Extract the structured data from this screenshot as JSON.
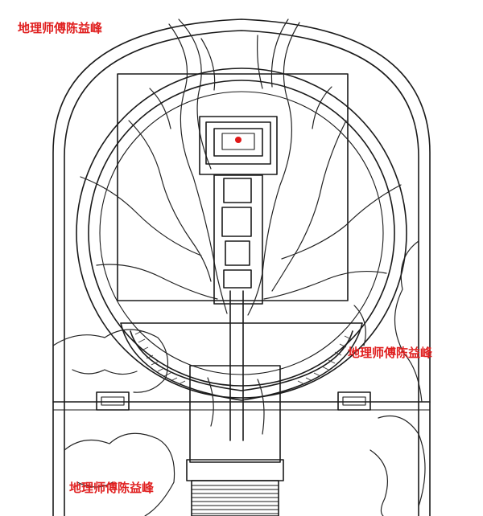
{
  "watermarks": [
    {
      "id": "top",
      "text": "地理师傅陈益峰"
    },
    {
      "id": "right",
      "text": "地理师傅陈益峰"
    },
    {
      "id": "bottom",
      "text": "地理师傅陈益峰"
    }
  ],
  "colors": {
    "ink": "#1a1a1a",
    "watermark": "#e02020",
    "marker": "#e01818",
    "background": "#ffffff"
  }
}
